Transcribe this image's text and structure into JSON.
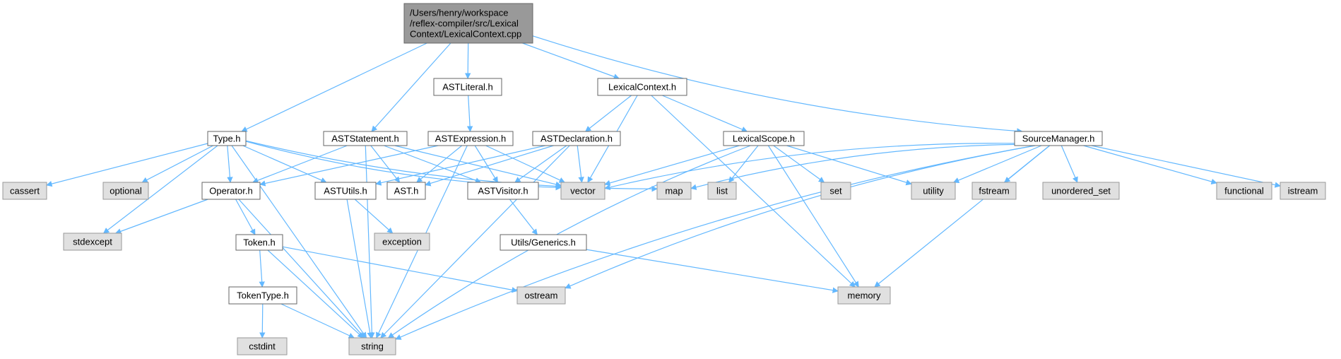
{
  "colors": {
    "edge": "#63b8ff",
    "root_fill": "#999999",
    "root_border": "#666666",
    "header_fill": "#ffffff",
    "header_border": "#666666",
    "system_fill": "#e0e0e0",
    "system_border": "#999999"
  },
  "nodes": {
    "lexicalcontext_cpp": {
      "label_lines": [
        "/Users/henry/workspace",
        "/reflex-compiler/src/Lexical",
        "Context/LexicalContext.cpp"
      ],
      "kind": "root"
    },
    "astliteral_h": {
      "label_lines": [
        "ASTLiteral.h"
      ],
      "kind": "header"
    },
    "lexicalcontext_h": {
      "label_lines": [
        "LexicalContext.h"
      ],
      "kind": "header"
    },
    "type_h": {
      "label_lines": [
        "Type.h"
      ],
      "kind": "header"
    },
    "aststatement_h": {
      "label_lines": [
        "ASTStatement.h"
      ],
      "kind": "header"
    },
    "astexpression_h": {
      "label_lines": [
        "ASTExpression.h"
      ],
      "kind": "header"
    },
    "astdeclaration_h": {
      "label_lines": [
        "ASTDeclaration.h"
      ],
      "kind": "header"
    },
    "lexicalscope_h": {
      "label_lines": [
        "LexicalScope.h"
      ],
      "kind": "header"
    },
    "sourcemanager_h": {
      "label_lines": [
        "SourceManager.h"
      ],
      "kind": "header"
    },
    "cassert": {
      "label_lines": [
        "cassert"
      ],
      "kind": "system"
    },
    "optional": {
      "label_lines": [
        "optional"
      ],
      "kind": "system"
    },
    "operator_h": {
      "label_lines": [
        "Operator.h"
      ],
      "kind": "header"
    },
    "astutils_h": {
      "label_lines": [
        "ASTUtils.h"
      ],
      "kind": "header"
    },
    "ast_h": {
      "label_lines": [
        "AST.h"
      ],
      "kind": "header"
    },
    "astvisitor_h": {
      "label_lines": [
        "ASTVisitor.h"
      ],
      "kind": "header"
    },
    "vector": {
      "label_lines": [
        "vector"
      ],
      "kind": "system"
    },
    "map": {
      "label_lines": [
        "map"
      ],
      "kind": "system"
    },
    "list": {
      "label_lines": [
        "list"
      ],
      "kind": "system"
    },
    "set": {
      "label_lines": [
        "set"
      ],
      "kind": "system"
    },
    "utility": {
      "label_lines": [
        "utility"
      ],
      "kind": "system"
    },
    "fstream": {
      "label_lines": [
        "fstream"
      ],
      "kind": "system"
    },
    "unordered_set": {
      "label_lines": [
        "unordered_set"
      ],
      "kind": "system"
    },
    "functional": {
      "label_lines": [
        "functional"
      ],
      "kind": "system"
    },
    "istream": {
      "label_lines": [
        "istream"
      ],
      "kind": "system"
    },
    "stdexcept": {
      "label_lines": [
        "stdexcept"
      ],
      "kind": "system"
    },
    "exception": {
      "label_lines": [
        "exception"
      ],
      "kind": "system"
    },
    "token_h": {
      "label_lines": [
        "Token.h"
      ],
      "kind": "header"
    },
    "utils_generics_h": {
      "label_lines": [
        "Utils/Generics.h"
      ],
      "kind": "header"
    },
    "ostream": {
      "label_lines": [
        "ostream"
      ],
      "kind": "system"
    },
    "memory": {
      "label_lines": [
        "memory"
      ],
      "kind": "system"
    },
    "tokentype_h": {
      "label_lines": [
        "TokenType.h"
      ],
      "kind": "header"
    },
    "cstdint": {
      "label_lines": [
        "cstdint"
      ],
      "kind": "system"
    },
    "string": {
      "label_lines": [
        "string"
      ],
      "kind": "system"
    }
  },
  "edges": [
    [
      "lexicalcontext_cpp",
      "astliteral_h"
    ],
    [
      "lexicalcontext_cpp",
      "lexicalcontext_h"
    ],
    [
      "lexicalcontext_cpp",
      "type_h"
    ],
    [
      "lexicalcontext_cpp",
      "aststatement_h"
    ],
    [
      "lexicalcontext_cpp",
      "sourcemanager_h"
    ],
    [
      "astliteral_h",
      "astexpression_h"
    ],
    [
      "lexicalcontext_h",
      "astdeclaration_h"
    ],
    [
      "lexicalcontext_h",
      "lexicalscope_h"
    ],
    [
      "lexicalcontext_h",
      "vector"
    ],
    [
      "lexicalcontext_h",
      "memory"
    ],
    [
      "type_h",
      "cassert"
    ],
    [
      "type_h",
      "optional"
    ],
    [
      "type_h",
      "stdexcept"
    ],
    [
      "type_h",
      "operator_h"
    ],
    [
      "type_h",
      "astutils_h"
    ],
    [
      "type_h",
      "vector"
    ],
    [
      "type_h",
      "map"
    ],
    [
      "type_h",
      "string"
    ],
    [
      "aststatement_h",
      "operator_h"
    ],
    [
      "aststatement_h",
      "ast_h"
    ],
    [
      "aststatement_h",
      "astvisitor_h"
    ],
    [
      "aststatement_h",
      "vector"
    ],
    [
      "aststatement_h",
      "string"
    ],
    [
      "astexpression_h",
      "operator_h"
    ],
    [
      "astexpression_h",
      "ast_h"
    ],
    [
      "astexpression_h",
      "astvisitor_h"
    ],
    [
      "astexpression_h",
      "vector"
    ],
    [
      "astexpression_h",
      "string"
    ],
    [
      "astdeclaration_h",
      "astutils_h"
    ],
    [
      "astdeclaration_h",
      "ast_h"
    ],
    [
      "astdeclaration_h",
      "astvisitor_h"
    ],
    [
      "astdeclaration_h",
      "vector"
    ],
    [
      "astdeclaration_h",
      "string"
    ],
    [
      "lexicalscope_h",
      "vector"
    ],
    [
      "lexicalscope_h",
      "list"
    ],
    [
      "lexicalscope_h",
      "set"
    ],
    [
      "lexicalscope_h",
      "utility"
    ],
    [
      "lexicalscope_h",
      "memory"
    ],
    [
      "lexicalscope_h",
      "string"
    ],
    [
      "sourcemanager_h",
      "vector"
    ],
    [
      "sourcemanager_h",
      "map"
    ],
    [
      "sourcemanager_h",
      "utility"
    ],
    [
      "sourcemanager_h",
      "fstream"
    ],
    [
      "sourcemanager_h",
      "unordered_set"
    ],
    [
      "sourcemanager_h",
      "functional"
    ],
    [
      "sourcemanager_h",
      "istream"
    ],
    [
      "sourcemanager_h",
      "ostream"
    ],
    [
      "sourcemanager_h",
      "memory"
    ],
    [
      "sourcemanager_h",
      "string"
    ],
    [
      "operator_h",
      "stdexcept"
    ],
    [
      "operator_h",
      "token_h"
    ],
    [
      "operator_h",
      "string"
    ],
    [
      "astutils_h",
      "exception"
    ],
    [
      "astutils_h",
      "string"
    ],
    [
      "astvisitor_h",
      "utils_generics_h"
    ],
    [
      "utils_generics_h",
      "memory"
    ],
    [
      "token_h",
      "tokentype_h"
    ],
    [
      "token_h",
      "ostream"
    ],
    [
      "token_h",
      "string"
    ],
    [
      "tokentype_h",
      "cstdint"
    ],
    [
      "tokentype_h",
      "string"
    ]
  ]
}
